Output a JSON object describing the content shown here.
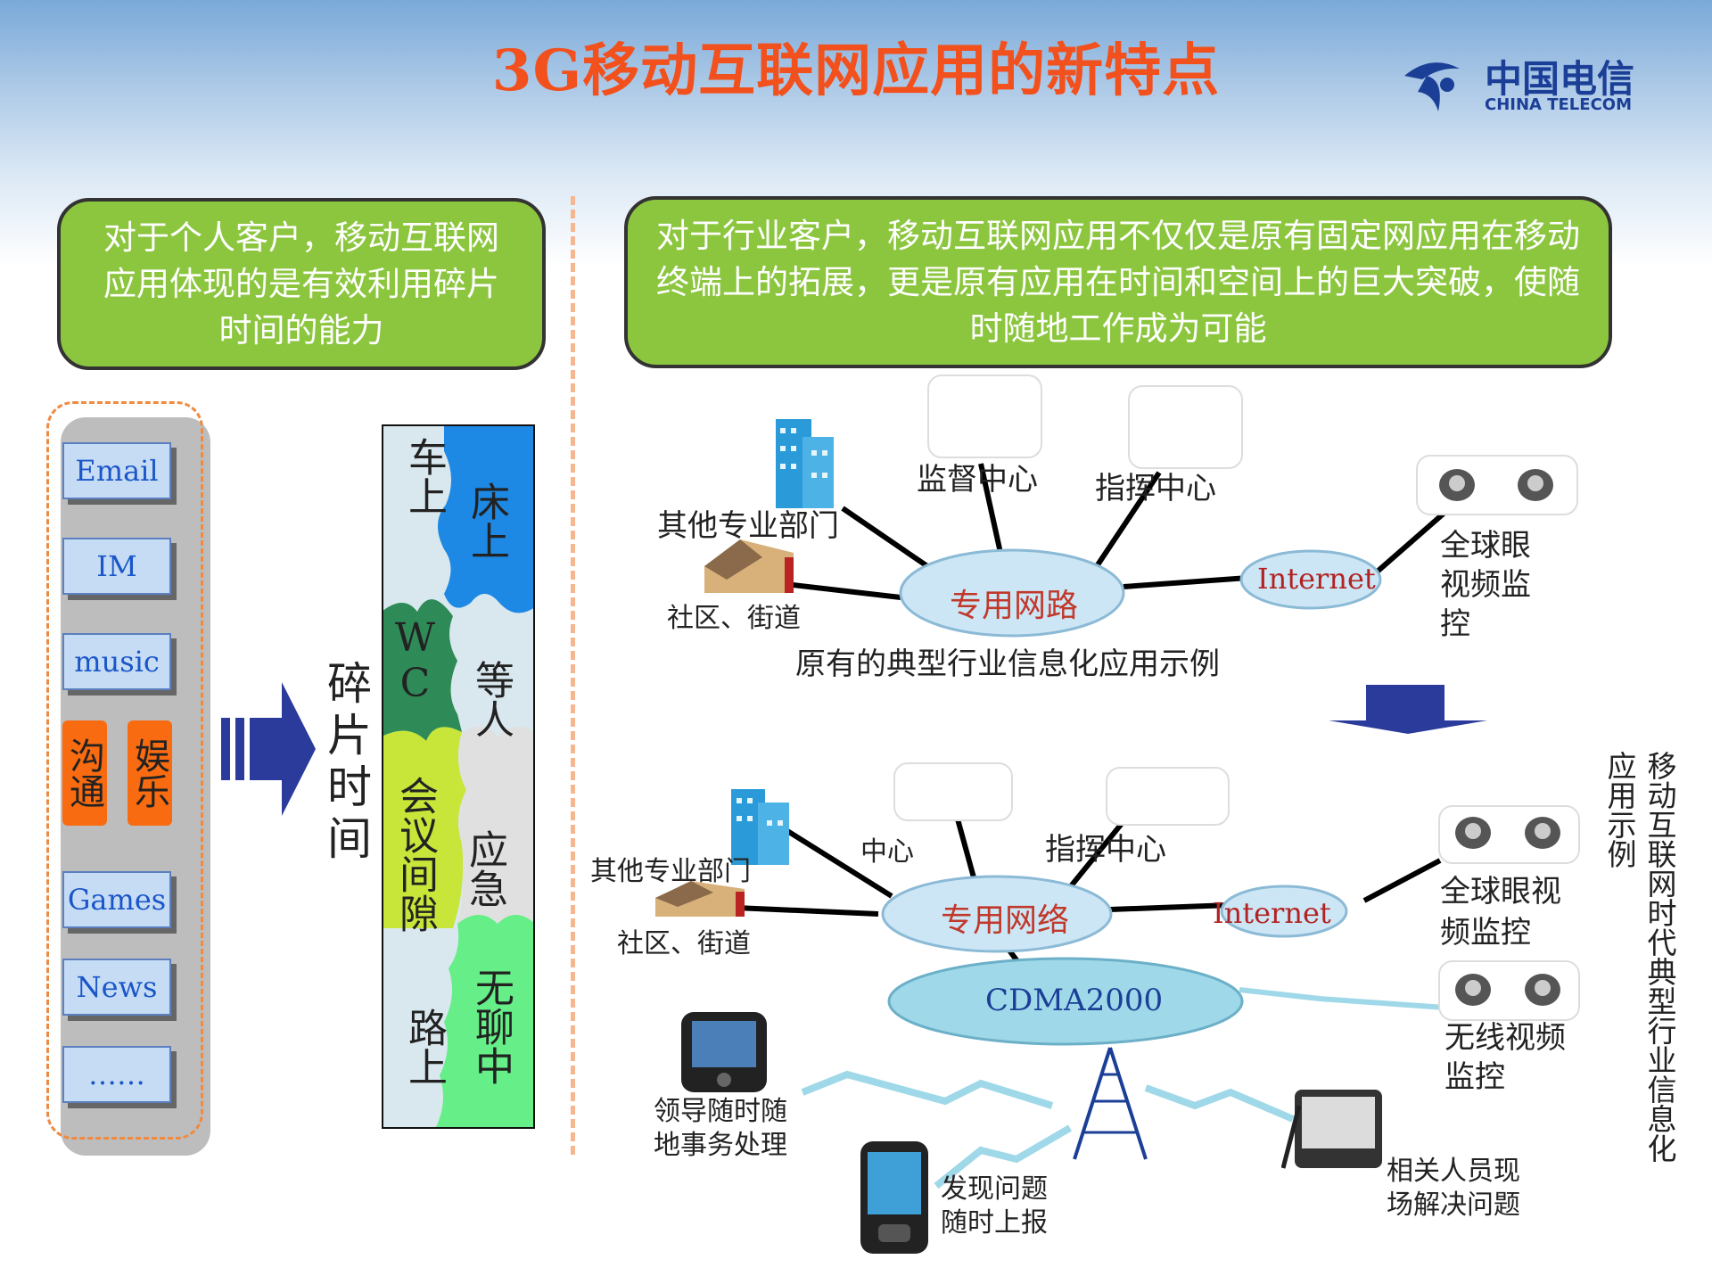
{
  "title": "3G移动互联网应用的新特点",
  "logo": {
    "cn": "中国电信",
    "en": "CHINA TELECOM"
  },
  "left_box": "对于个人客户，移动互联网应用体现的是有效利用碎片时间的能力",
  "right_box": "对于行业客户，移动互联网应用不仅仅是原有固定网应用在移动终端上的拓展，更是原有应用在时间和空间上的巨大突破，使随时随地工作成为可能",
  "apps": [
    "Email",
    "IM",
    "music",
    "Games",
    "News",
    "……"
  ],
  "tags": {
    "left": "沟通",
    "right": "娱乐"
  },
  "frag_label": "碎片时间",
  "puzzle": {
    "chebshang": "车上",
    "chuangshang": "床上",
    "wc": "WC",
    "dengren": "等人",
    "huiyi": "会议间隙",
    "yingji": "应急",
    "lushang": "路上",
    "wuliao": "无聊中"
  },
  "top_diagram": {
    "jiandu": "监督中心",
    "zhihui": "指挥中心",
    "qita": "其他专业部门",
    "shequ": "社区、街道",
    "network": "专用网路",
    "internet": "Internet",
    "qiuyan": "全球眼视频监控",
    "caption": "原有的典型行业信息化应用示例"
  },
  "bottom_diagram": {
    "zhongxin": "中心",
    "zhihui": "指挥中心",
    "qita": "其他专业部门",
    "shequ": "社区、街道",
    "network": "专用网络",
    "internet": "Internet",
    "qiuyan": "全球眼视频监控",
    "cdma": "CDMA2000",
    "wuxian": "无线视频监控",
    "lingdao": "领导随时随地事务处理",
    "faxian": "发现问题随时上报",
    "xiangguan": "相关人员现场解决问题",
    "side_caption_1": "移动互联网时代典型行业信息化",
    "side_caption_2": "应用示例"
  },
  "colors": {
    "title": "#f2501c",
    "green": "#8cc63f",
    "blue_arrow": "#2b3b9c",
    "network_text": "#c0392b"
  }
}
